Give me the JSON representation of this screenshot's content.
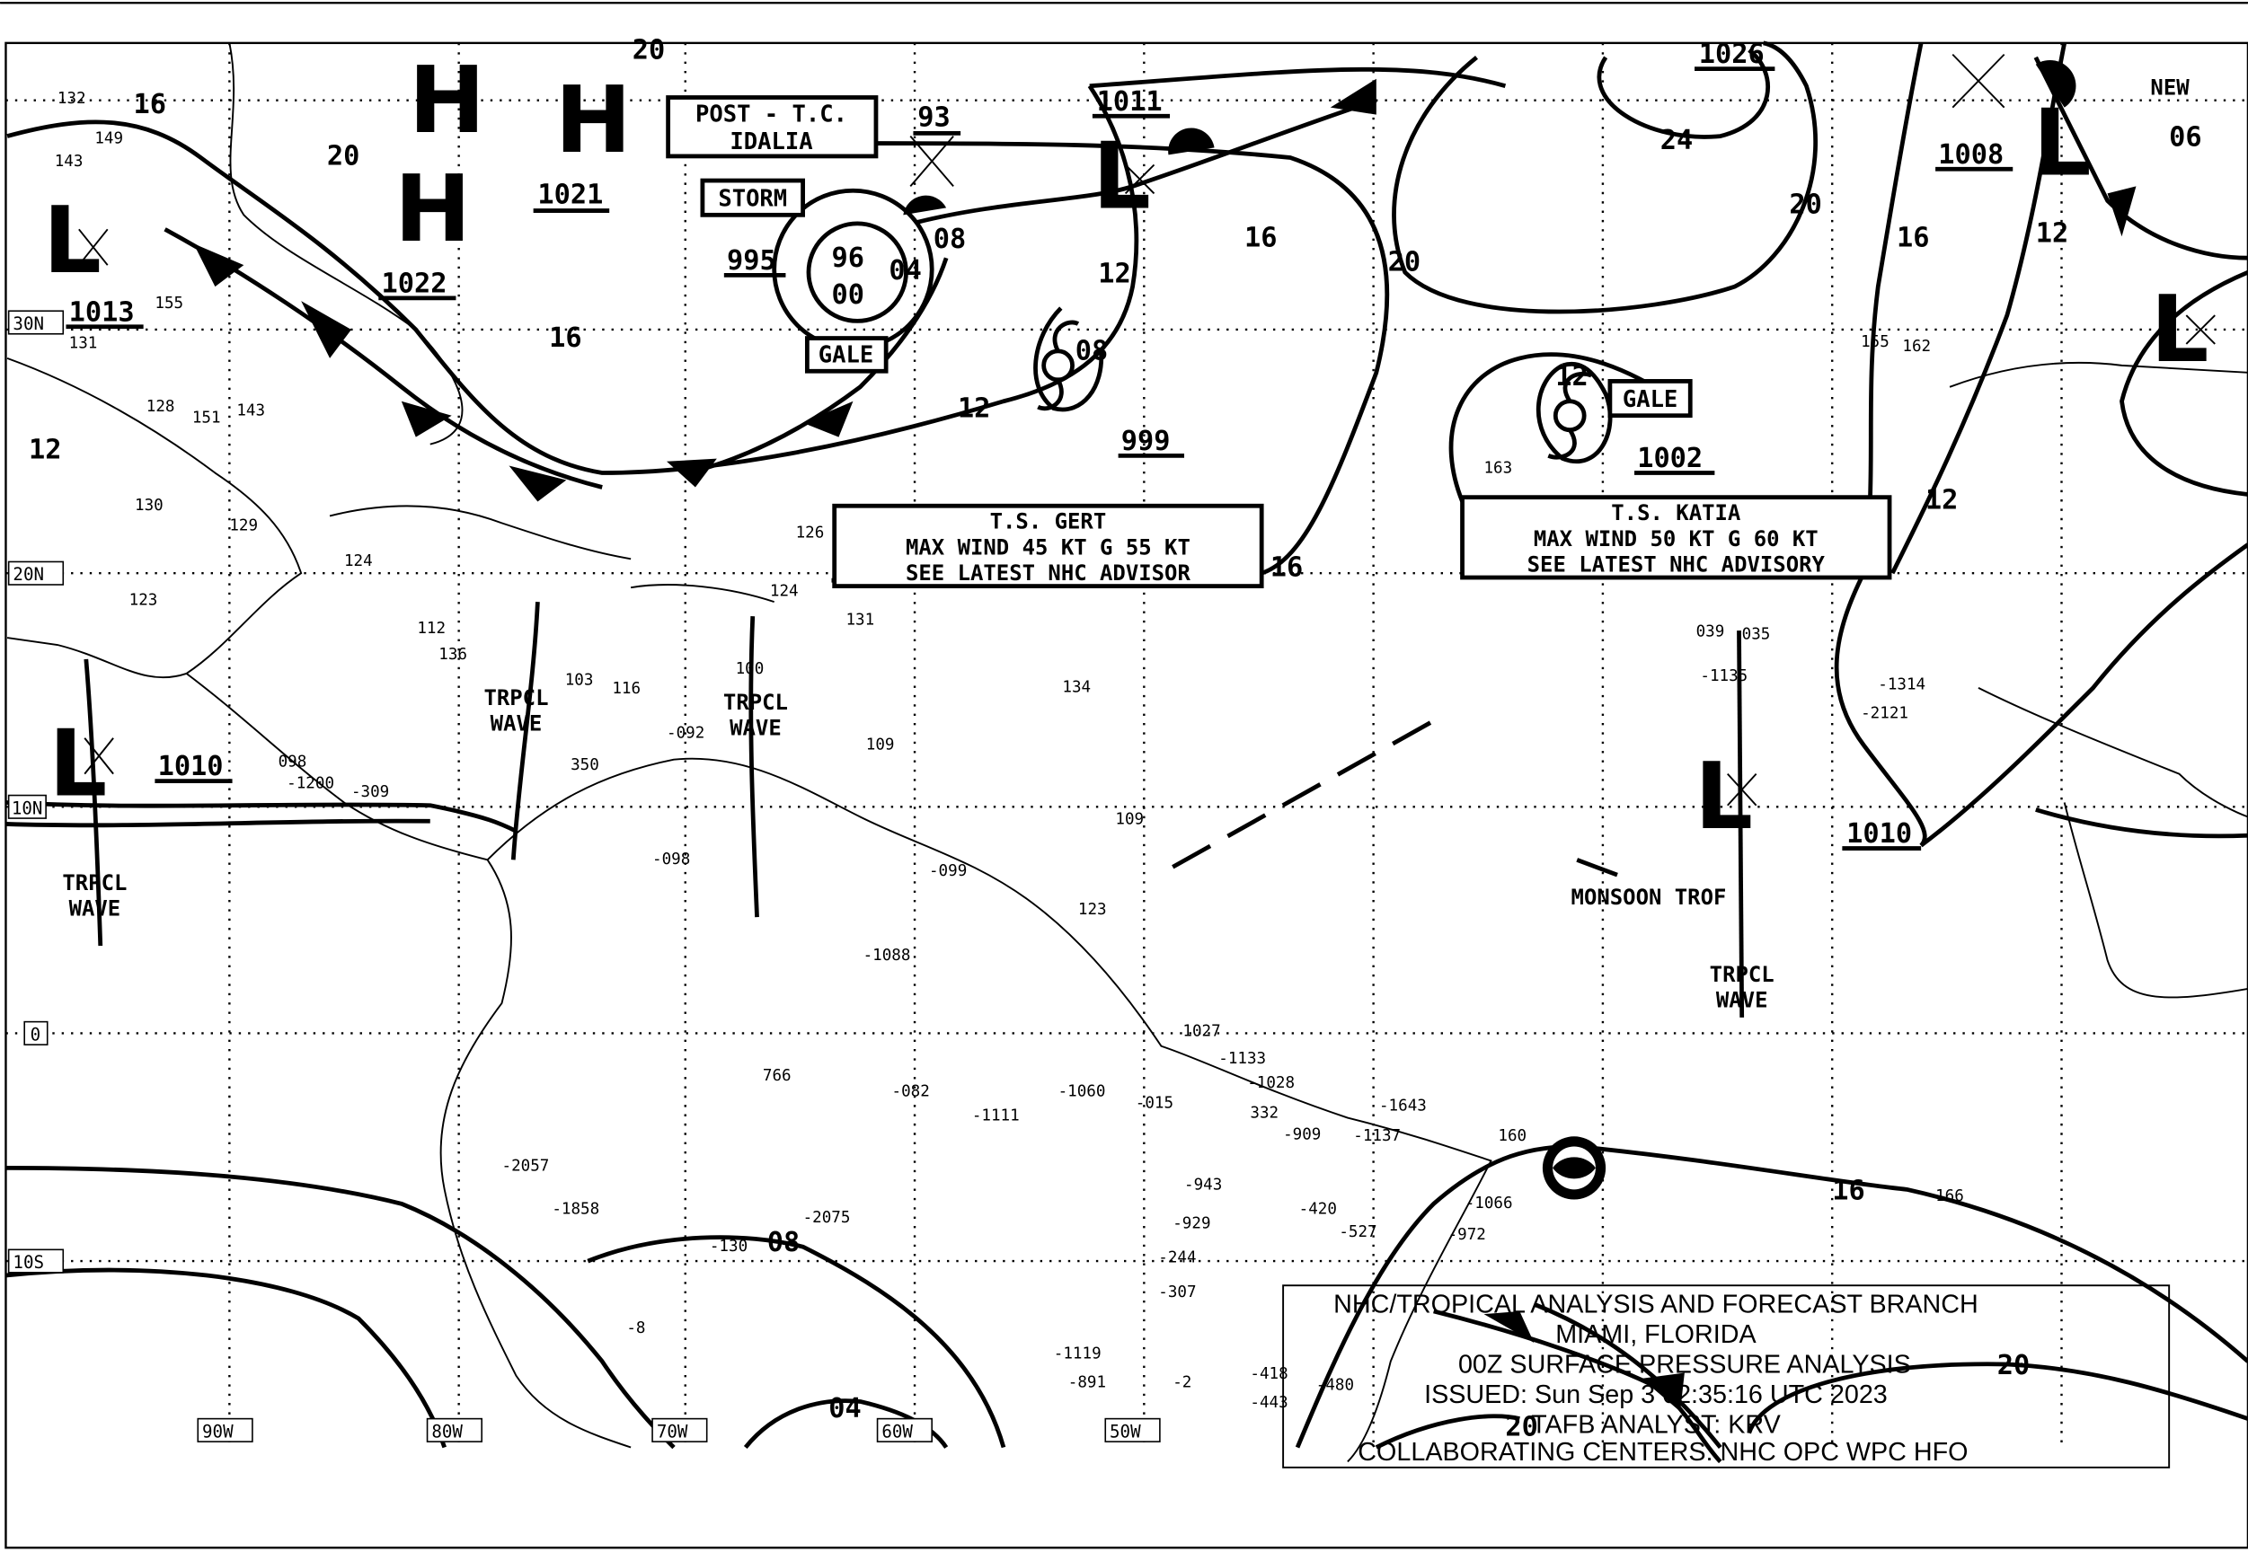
{
  "title_block": {
    "line1": "NHC/TROPICAL ANALYSIS AND FORECAST BRANCH",
    "line2": "MIAMI, FLORIDA",
    "line3": "00Z SURFACE PRESSURE ANALYSIS",
    "line4": "ISSUED: Sun Sep 3 02:35:16 UTC 2023",
    "line5": "TAFB ANALYST: KRV",
    "line6": "COLLABORATING CENTERS: NHC OPC WPC HFO"
  },
  "storm_boxes": {
    "idalia": [
      "POST - T.C.",
      "IDALIA"
    ],
    "gert": [
      "T.S. GERT",
      "MAX WIND 45 KT G 55 KT",
      "SEE LATEST NHC ADVISOR"
    ],
    "katia": [
      "T.S. KATIA",
      "MAX WIND 50 KT G 60 KT",
      "SEE LATEST NHC ADVISORY"
    ],
    "storm_warning": "STORM",
    "gale_warnings": [
      "GALE",
      "GALE"
    ]
  },
  "pressure_centers": {
    "highs": [
      "H",
      "H",
      "H"
    ],
    "lows": [
      "L",
      "L",
      "L",
      "L",
      "L",
      "L"
    ],
    "values": [
      "1021",
      "1022",
      "1013",
      "1010",
      "995",
      "93",
      "1011",
      "999",
      "1002",
      "1026",
      "1008",
      "1010",
      "96",
      "00"
    ]
  },
  "isobar_labels": [
    "20",
    "16",
    "20",
    "16",
    "12",
    "12",
    "16",
    "20",
    "20",
    "16",
    "12",
    "12",
    "16",
    "12",
    "08",
    "04",
    "08",
    "12",
    "16",
    "20",
    "20",
    "08",
    "04",
    "24",
    "06"
  ],
  "features": {
    "tropical_wave": [
      "TRPCL",
      "WAVE"
    ],
    "monsoon_trough": "MONSOON TROF",
    "place": "NEW"
  },
  "latitude_labels": [
    "30N",
    "20N",
    "10N",
    "0",
    "10S"
  ],
  "longitude_labels": [
    "90W",
    "80W",
    "70W",
    "60W",
    "50W"
  ],
  "station_values": [
    "132",
    "143",
    "149",
    "155",
    "131",
    "128",
    "151",
    "143",
    "130",
    "129",
    "124",
    "123",
    "112",
    "136",
    "103",
    "116",
    "100",
    "124",
    "131",
    "126",
    "109",
    "134",
    "109",
    "123",
    "160",
    "166",
    "163",
    "155",
    "162",
    "039",
    "035",
    "-1135",
    "-1314",
    "-2121",
    "-099",
    "-098",
    "-092",
    "-1088",
    "-082",
    "-1111",
    "-1060",
    "-015",
    "-1133",
    "-1028",
    "-1643",
    "-1137",
    "-909",
    "-420",
    "-527",
    "-972",
    "-1066",
    "-2057",
    "-1858",
    "-2075",
    "-130",
    "-943",
    "-929",
    "-244",
    "-307",
    "-1119",
    "-891",
    "-2",
    "-418",
    "-443",
    "-480",
    "-8",
    "766",
    "1027",
    "332",
    "350",
    "098",
    "-1200",
    "-309"
  ]
}
